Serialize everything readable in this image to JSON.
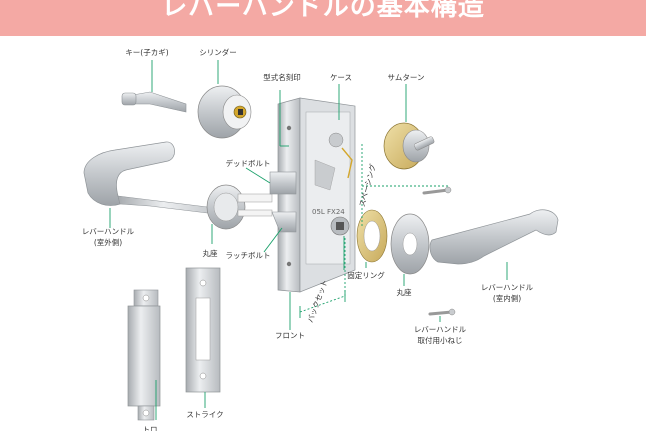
{
  "header": {
    "title": "レバーハンドルの基本構造",
    "background": "#f4a9a4"
  },
  "labels": {
    "key": "キー(子カギ)",
    "cylinder": "シリンダー",
    "model_stamp": "型式名刻印",
    "case": "ケース",
    "thumbturn": "サムターン",
    "deadbolt": "デッドボルト",
    "latchbolt": "ラッチボルト",
    "spacing": "スペーシング",
    "lever_outer_1": "レバーハンドル",
    "lever_outer_2": "(室外側)",
    "rosette_outer": "丸座",
    "fixing_ring": "固定リング",
    "backset": "バックセット",
    "rosette_inner": "丸座",
    "lever_inner_1": "レバーハンドル",
    "lever_inner_2": "(室内側)",
    "screw_1": "レバーハンドル",
    "screw_2": "取付用小ねじ",
    "front": "フロント",
    "strike": "ストライク",
    "strike_box": "トロ"
  },
  "case_stamp": "05L FX24",
  "colors": {
    "leader": "#1aa06a",
    "metal": "#c9cccf"
  }
}
